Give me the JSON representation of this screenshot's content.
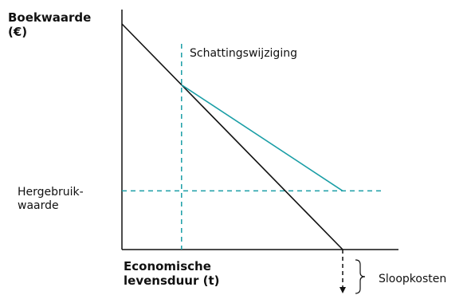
{
  "chart_data": {
    "type": "line",
    "ylabel_line1": "Boekwaarde",
    "ylabel_line2": "(€)",
    "xlabel_line1": "Economische",
    "xlabel_line2": "levensduur (t)",
    "annotations": {
      "estimate_change": "Schattingswijziging",
      "residual_line1": "Hergebruik-",
      "residual_line2": "waarde",
      "demolition": "Sloopkosten"
    },
    "xlim": [
      0,
      10
    ],
    "ylim": [
      0,
      10
    ],
    "series": [
      {
        "key": "original",
        "color": "#111111",
        "points": [
          [
            0,
            10
          ],
          [
            10,
            0
          ]
        ]
      },
      {
        "key": "revised",
        "color": "#1a9ea6",
        "points": [
          [
            2.7,
            7.3
          ],
          [
            10,
            2.6
          ]
        ]
      }
    ],
    "reference_lines": {
      "vertical_x": 2.7,
      "horizontal_y": 2.6,
      "color": "#1a9ea6"
    },
    "demolition_arrow": {
      "from_y": 0,
      "to_y": -2
    }
  }
}
